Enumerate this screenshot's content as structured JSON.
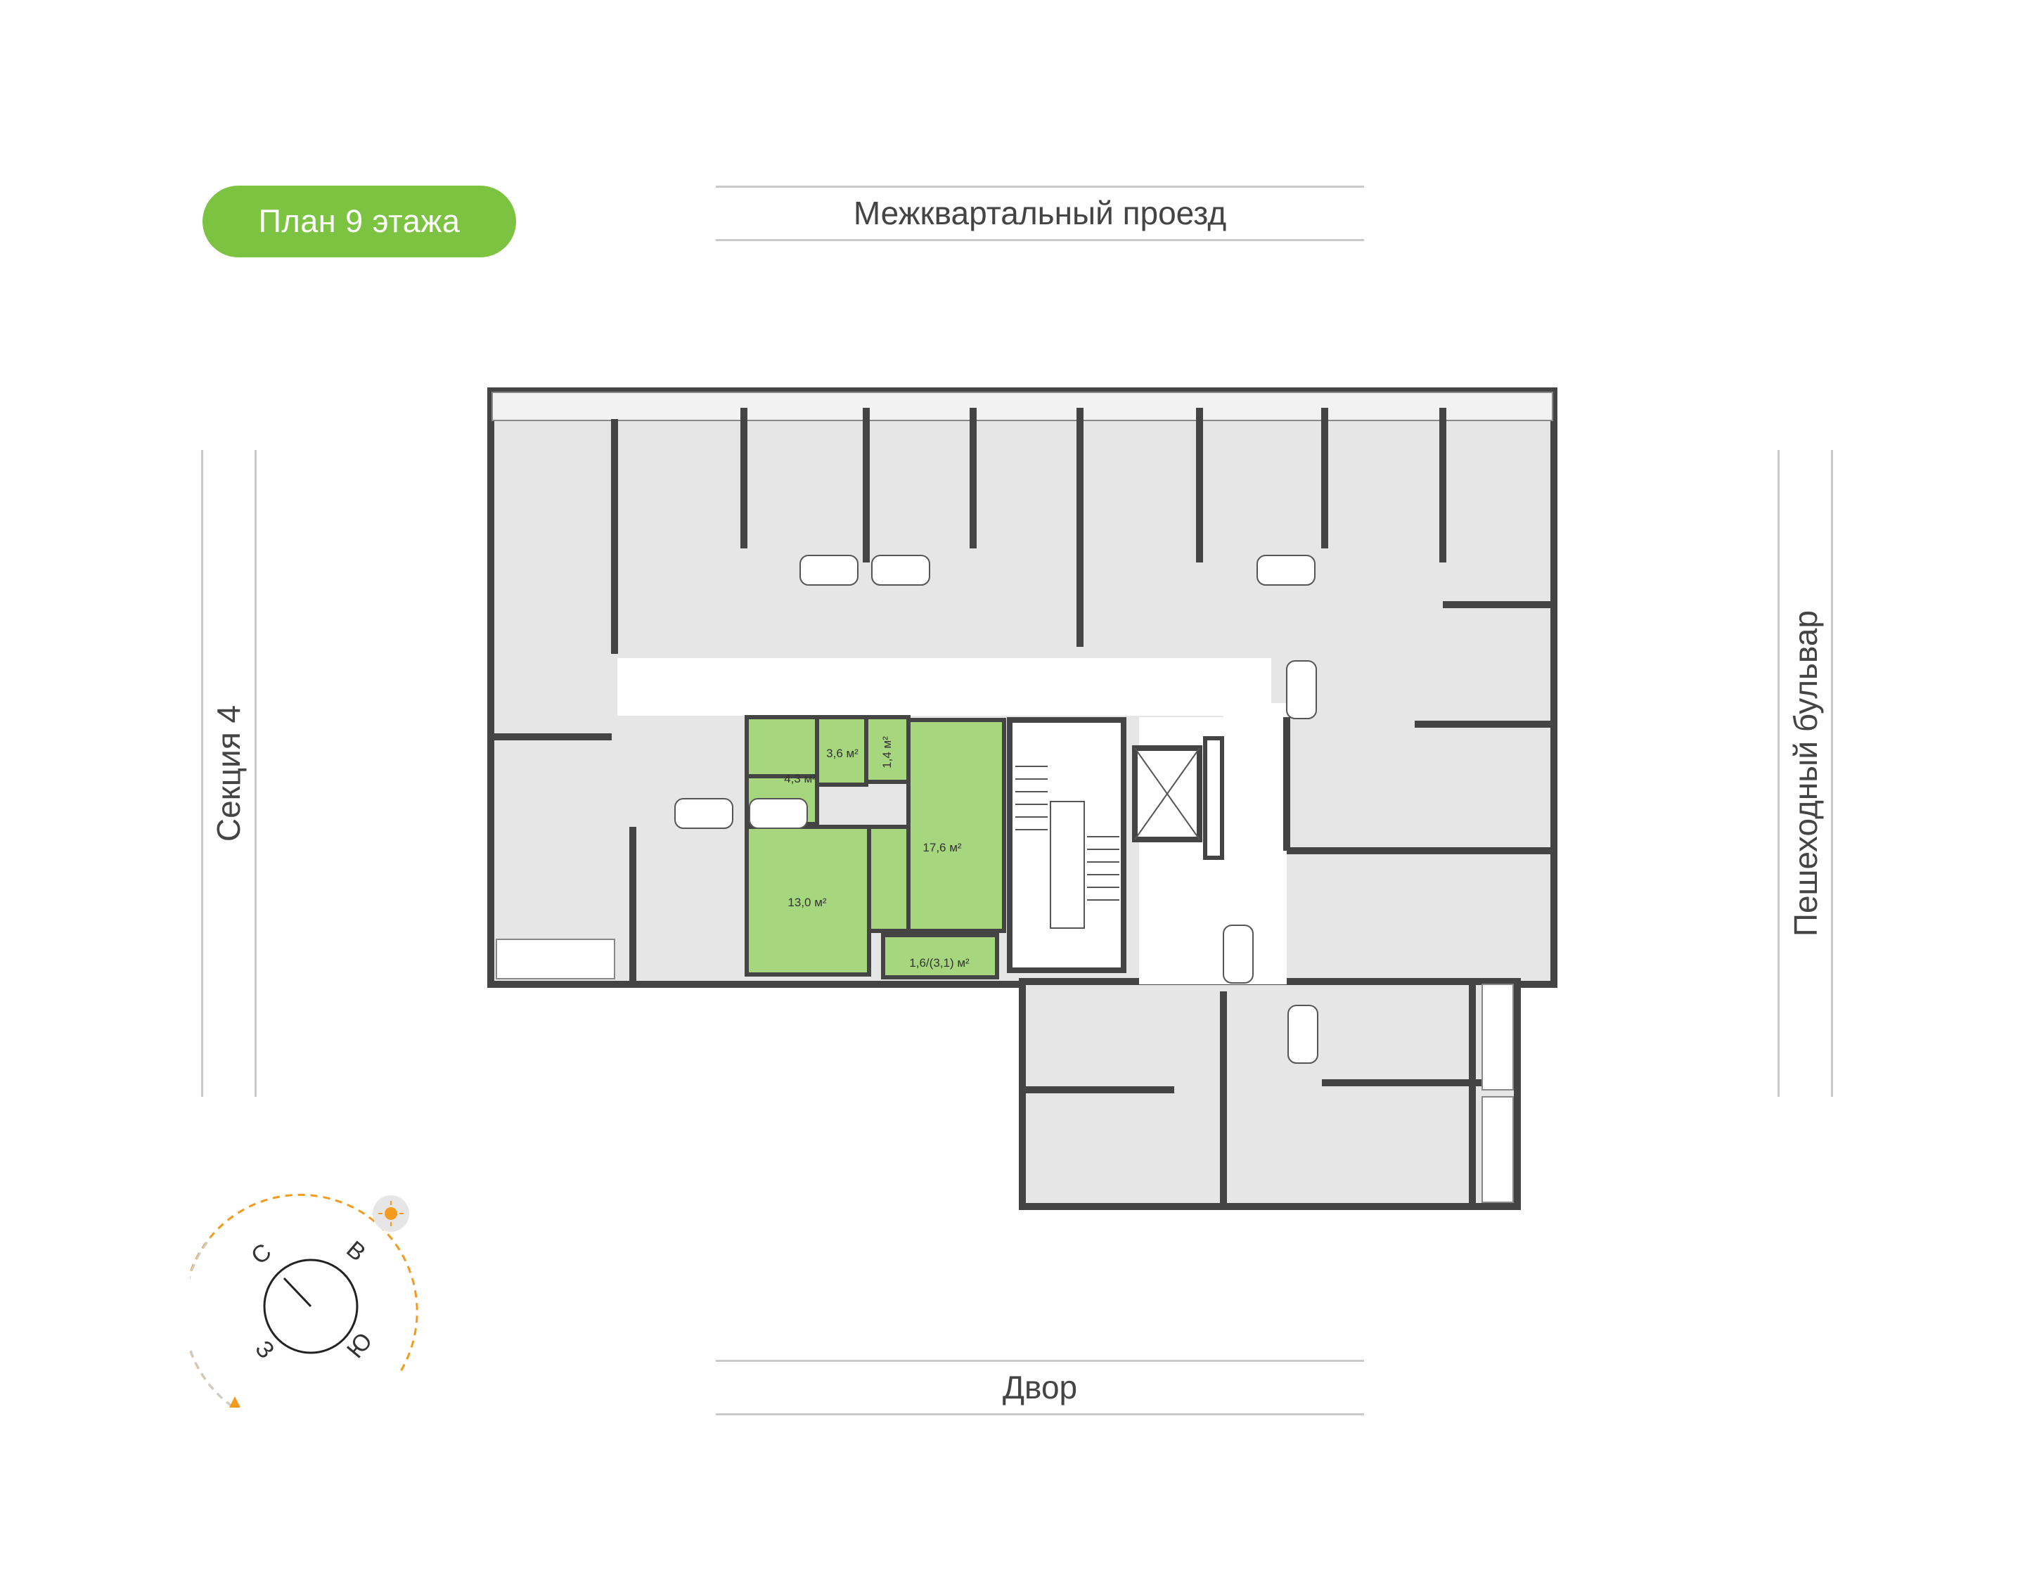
{
  "floor_label": "План 9 этажа",
  "streets": {
    "top": "Межквартальный проезд",
    "bottom": "Двор",
    "left": "Секция 4",
    "right": "Пешеходный бульвар"
  },
  "rooms": {
    "bathroom": "3,6 м²",
    "hall": "4,3 м²",
    "wc": "1,4 м²",
    "living": "17,6 м²",
    "bedroom": "13,0 м²",
    "balcony": "1,6/(3,1) м²"
  },
  "compass": {
    "n": "С",
    "e": "В",
    "s": "Ю",
    "w": "З"
  },
  "colors": {
    "accent": "#7dc342",
    "highlight": "#a6d67e",
    "room": "#e6e6e6",
    "wall": "#444444",
    "sun": "#f39a1f"
  }
}
